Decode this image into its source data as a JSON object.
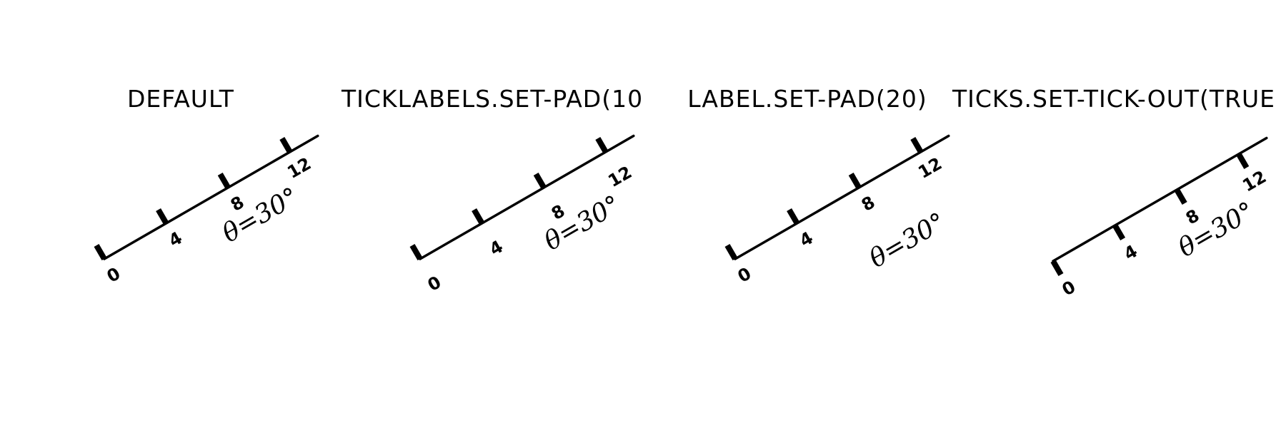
{
  "panels": [
    {
      "title": "DEFAULT",
      "ticklabels": [
        "0",
        "4",
        "8",
        "12"
      ],
      "axis_label": "θ=30°"
    },
    {
      "title": "TICKLABELS.SET-PAD(10",
      "ticklabels": [
        "0",
        "4",
        "8",
        "12"
      ],
      "axis_label": "θ=30°"
    },
    {
      "title": "LABEL.SET-PAD(20)",
      "ticklabels": [
        "0",
        "4",
        "8",
        "12"
      ],
      "axis_label": "θ=30°"
    },
    {
      "title": "TICKS.SET-TICK-OUT(TRUE",
      "ticklabels": [
        "0",
        "4",
        "8",
        "12"
      ],
      "axis_label": "θ=30°"
    }
  ]
}
